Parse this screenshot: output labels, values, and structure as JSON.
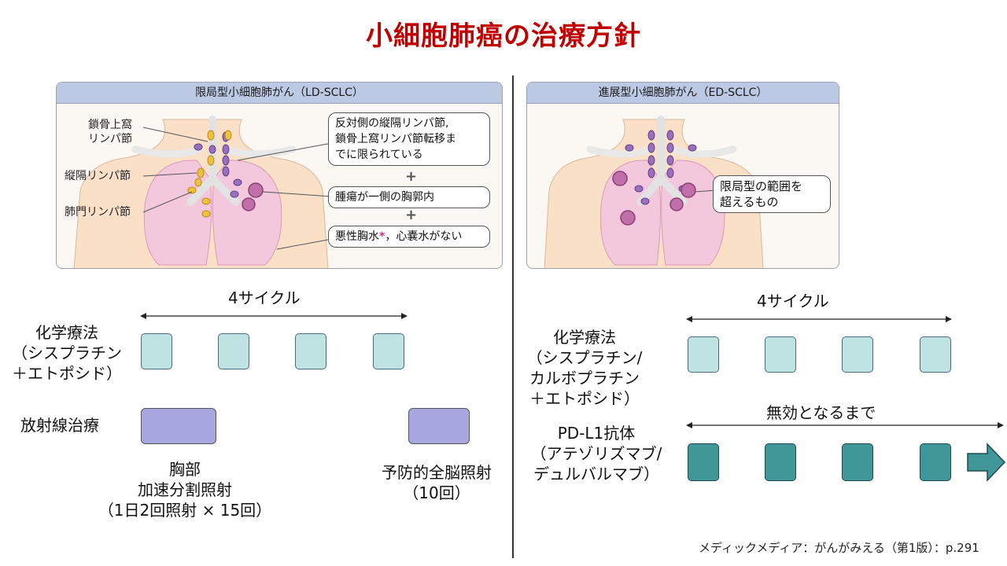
{
  "title": "小細胞肺癌の治療方針",
  "ld": {
    "header": "限局型小細胞肺がん（LD-SCLC）",
    "labels": {
      "supraclavicular_1": "鎖骨上窩",
      "supraclavicular_2": "リンパ節",
      "mediastinal": "縦隔リンパ節",
      "hilar": "肺門リンパ節"
    },
    "callouts": {
      "c1_line1": "反対側の縦隔リンパ節,",
      "c1_line2": "鎖骨上窩リンパ節転移ま",
      "c1_line3": "でに限られている",
      "plus": "+",
      "c2": "腫瘍が一側の胸郭内",
      "c3_pre": "悪性胸水",
      "c3_star": "*",
      "c3_post": "，心嚢水がない"
    },
    "cycles_label": "4サイクル",
    "chemo_line1": "化学療法",
    "chemo_line2": "（シスプラチン",
    "chemo_line3": "＋エトポシド）",
    "radiation_label": "放射線治療",
    "chest_line1": "胸部",
    "chest_line2": "加速分割照射",
    "chest_line3": "（1日2回照射 × 15回）",
    "pci_line1": "予防的全脳照射",
    "pci_line2": "（10回）"
  },
  "ed": {
    "header": "進展型小細胞肺がん（ED-SCLC）",
    "callout_line1": "限局型の範囲を",
    "callout_line2": "超えるもの",
    "cycles_label": "4サイクル",
    "chemo_line1": "化学療法",
    "chemo_line2": "（シスプラチン/",
    "chemo_line3": "カルボプラチン",
    "chemo_line4": "＋エトポシド）",
    "until_label": "無効となるまで",
    "pdl1_line1": "PD-L1抗体",
    "pdl1_line2": "（アテゾリズマブ/",
    "pdl1_line3": "デュルバルマブ）"
  },
  "credit": "メディックメディア：がんがみえる（第1版）：p.291",
  "colors": {
    "title": "#c00000",
    "panel_header": "#bcc9e4",
    "chemo_box": "#bfe3e3",
    "pdl1_box": "#3f9797",
    "radiation_box": "#a8a7e0",
    "lymph_node_purple": "#9b6fc0",
    "lymph_node_yellow": "#f0c23c",
    "tumor": "#c06fa8"
  }
}
